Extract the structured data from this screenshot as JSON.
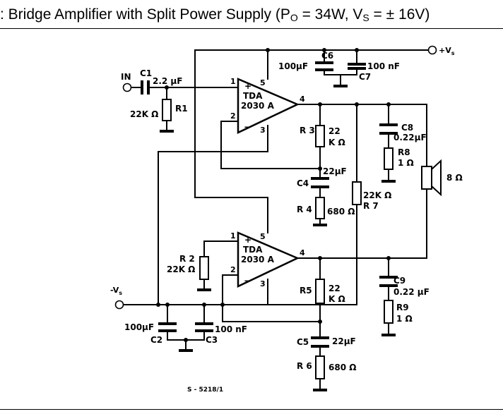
{
  "title": {
    "prefix": ": Bridge Amplifier with Split Power Supply (P",
    "po_sub": "O",
    "middle": " = 34W, V",
    "vs_sub": "S",
    "suffix": " = ± 16V)"
  },
  "labels": {
    "in": "IN",
    "vplus": "+V",
    "vplus_sub": "s",
    "vminus": "-V",
    "vminus_sub": "s",
    "ic1_line1": "TDA",
    "ic1_line2": "2030 A",
    "ic2_line1": "TDA",
    "ic2_line2": "2030 A",
    "pin_plus": "+",
    "pin_minus": "−",
    "pin1": "1",
    "pin2": "2",
    "pin3": "3",
    "pin4": "4",
    "pin5": "5",
    "c1": "C1",
    "c1_val": "2.2 μF",
    "r1": "R1",
    "r1_val": "22K Ω",
    "c6": "C6",
    "c6_val": "100μF",
    "c7": "C7",
    "c7_val": "100 nF",
    "r3": "R 3",
    "r3_val1": "22",
    "r3_val2": "K Ω",
    "c4": "C4",
    "c4_val": "22μF",
    "r4": "R 4",
    "r4_val": "680 Ω",
    "r7": "R 7",
    "r7_val": "22K Ω",
    "c8": "C8",
    "c8_val": "0.22μF",
    "r8": "R8",
    "r8_val": "1 Ω",
    "spk_val": "8 Ω",
    "r2": "R 2",
    "r2_val": "22K Ω",
    "c2": "C2",
    "c2_val": "100μF",
    "c3": "C3",
    "c3_val": "100 nF",
    "r5": "R5",
    "r5_val1": "22",
    "r5_val2": "K Ω",
    "c5": "C5",
    "c5_val": "22μF",
    "r6": "R 6",
    "r6_val": "680 Ω",
    "c9": "C9",
    "c9_val": "0.22 μF",
    "r9": "R9",
    "r9_val": "1 Ω",
    "fig_id": "S - 5218/1"
  }
}
